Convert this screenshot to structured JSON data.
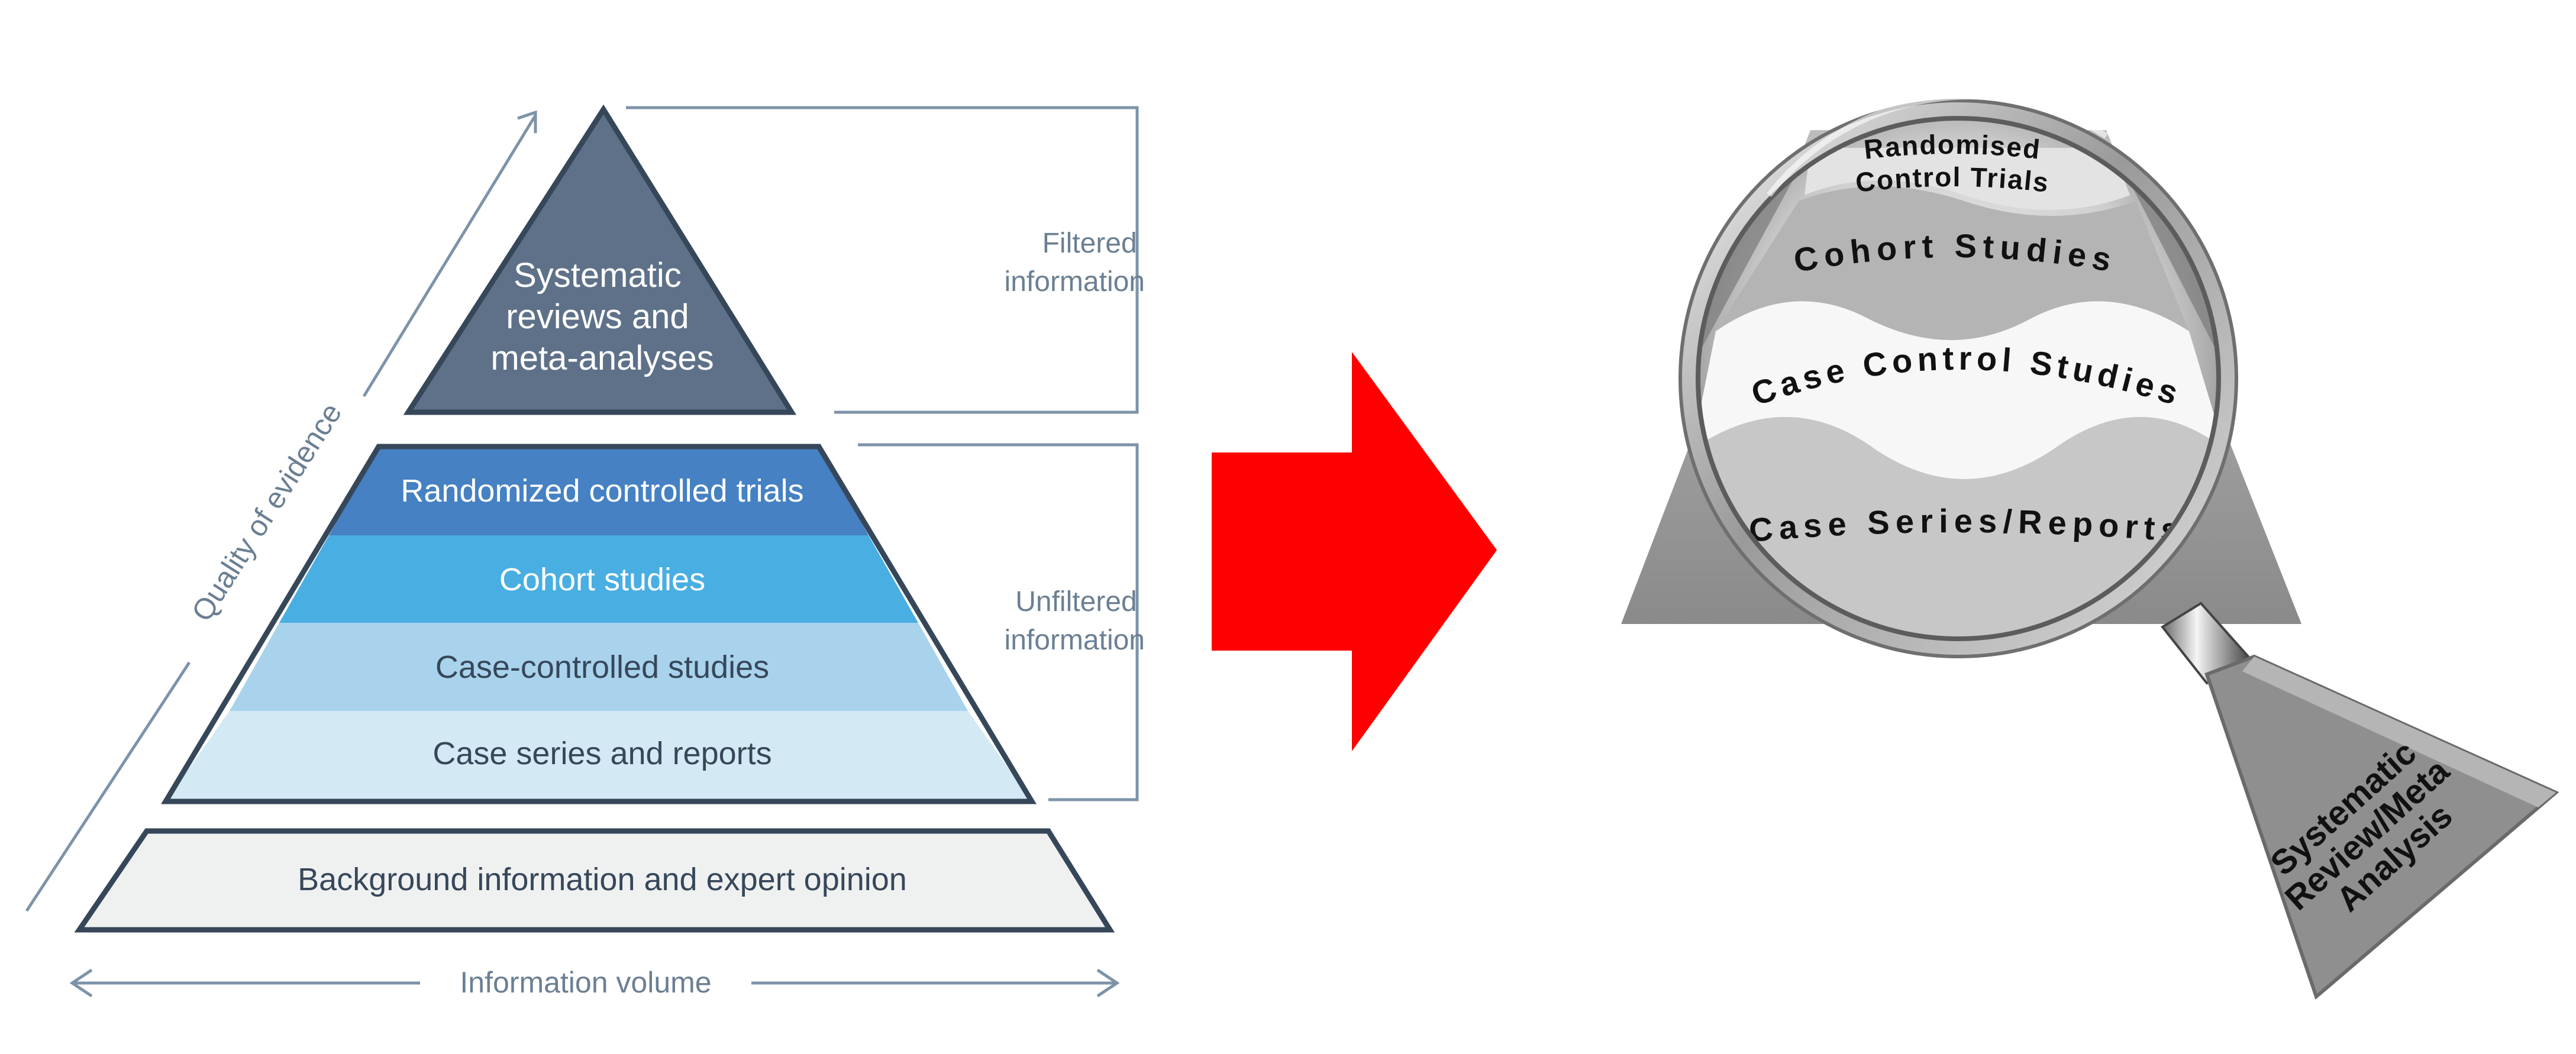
{
  "pyramid": {
    "apex_lines": [
      "Systematic",
      "reviews and",
      "meta-analyses"
    ],
    "tiers": [
      {
        "label": "Randomized controlled trials",
        "color": "#4581c3",
        "text_color": "#ffffff"
      },
      {
        "label": "Cohort studies",
        "color": "#49aee2",
        "text_color": "#ffffff"
      },
      {
        "label": "Case-controlled studies",
        "color": "#a9d3ec",
        "text_color": "#37475a"
      },
      {
        "label": "Case series and reports",
        "color": "#d3e9f3",
        "text_color": "#37475a"
      }
    ],
    "base_label": "Background information and expert opinion",
    "apex_color": "#5e7189",
    "outline_color": "#37475a",
    "base_color": "#eff1f1",
    "filtered_lines": [
      "Filtered",
      "information"
    ],
    "unfiltered_lines": [
      "Unfiltered",
      "information"
    ],
    "y_axis_label": "Quality of evidence",
    "x_axis_label": "Information volume",
    "guide_color": "#7d93a8"
  },
  "arrow": {
    "color": "#ff0000"
  },
  "magnifier": {
    "bands": [
      {
        "label": "Randomised",
        "label2": "Control Trials"
      },
      {
        "label": "Cohort Studies"
      },
      {
        "label": "Case Control Studies"
      },
      {
        "label": "Case Series/Reports"
      }
    ],
    "handle_label_lines": [
      "Systematic",
      "Review/Meta",
      "Analysis"
    ]
  }
}
